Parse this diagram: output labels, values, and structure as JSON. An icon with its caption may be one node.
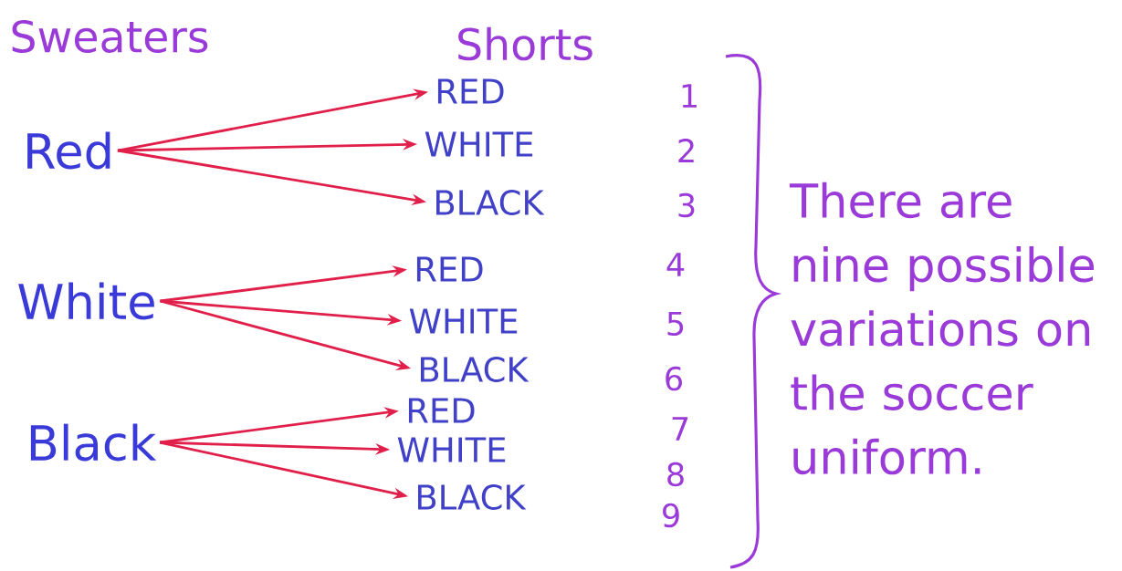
{
  "diagram": {
    "nodes": [
      {
        "text": [
          "Red"
        ]
      },
      {
        "text": [
          "White"
        ]
      },
      {
        "text": [
          "Black"
        ]
      },
      {
        "text": [
          "RED"
        ]
      },
      {
        "text": [
          "WHITE"
        ]
      },
      {
        "text": [
          "BLACK"
        ]
      },
      {
        "text": [
          "RED"
        ]
      },
      {
        "text": [
          "WHITE"
        ]
      },
      {
        "text": [
          "BLACK"
        ]
      },
      {
        "text": [
          "RED"
        ]
      },
      {
        "text": [
          "WHITE"
        ]
      },
      {
        "text": [
          "BLACK"
        ]
      }
    ],
    "edges": [
      {
        "from": 0,
        "to": 3,
        "arrow": "to"
      },
      {
        "from": 0,
        "to": 4,
        "arrow": "to"
      },
      {
        "from": 0,
        "to": 5,
        "arrow": "to"
      },
      {
        "from": 1,
        "to": 6,
        "arrow": "to"
      },
      {
        "from": 1,
        "to": 7,
        "arrow": "to"
      },
      {
        "from": 1,
        "to": 8,
        "arrow": "to"
      },
      {
        "from": 2,
        "to": 9,
        "arrow": "to"
      },
      {
        "from": 2,
        "to": 10,
        "arrow": "to"
      },
      {
        "from": 2,
        "to": 11,
        "arrow": "to"
      }
    ],
    "labels": [
      "Sweaters",
      "Shorts",
      "1",
      "2",
      "3",
      "4",
      "5",
      "6",
      "7",
      "8",
      "9",
      "There are nine possible variations on the soccer uniform."
    ]
  }
}
